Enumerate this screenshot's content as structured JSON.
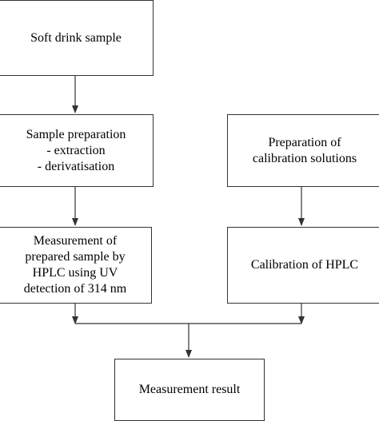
{
  "boxes": {
    "soft_drink_sample": {
      "lines": [
        "Soft drink sample"
      ]
    },
    "sample_preparation": {
      "lines": [
        "Sample preparation",
        "- extraction",
        "- derivatisation"
      ]
    },
    "preparation_calibration": {
      "lines": [
        "Preparation of",
        "calibration solutions"
      ]
    },
    "measurement_prepared_sample": {
      "lines": [
        "Measurement of",
        "prepared sample by",
        "HPLC using UV",
        "detection of 314 nm"
      ]
    },
    "calibration_hplc": {
      "lines": [
        "Calibration of HPLC"
      ]
    },
    "measurement_result": {
      "lines": [
        "Measurement result"
      ]
    }
  },
  "colors": {
    "stroke": "#333333",
    "text": "#000000",
    "background": "#ffffff"
  }
}
